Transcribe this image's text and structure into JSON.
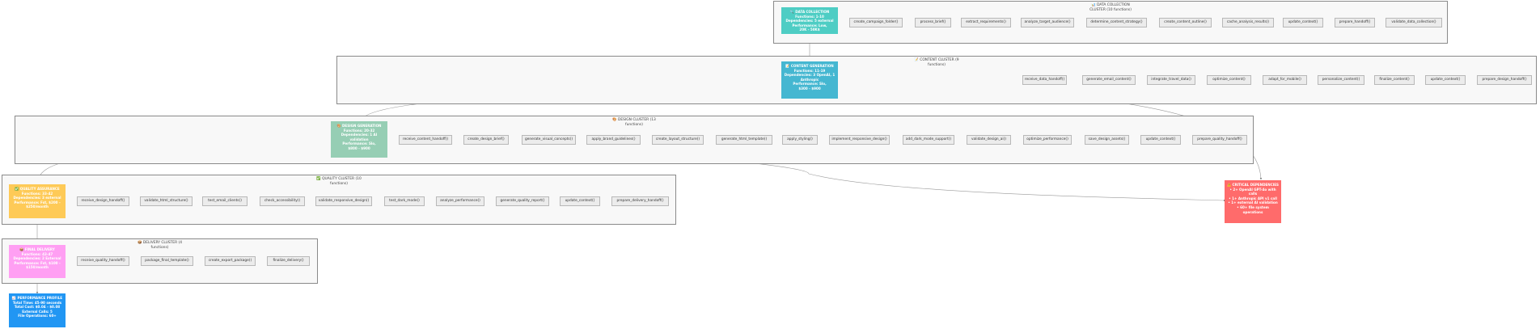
{
  "clusters": {
    "data": {
      "title": "📊 DATA COLLECTION\nCLUSTER (10 functions)"
    },
    "content": {
      "title": "📝 CONTENT CLUSTER (9\nfunctions)"
    },
    "design": {
      "title": "🎨 DESIGN CLUSTER (13\nfunctions)"
    },
    "quality": {
      "title": "✅ QUALITY CLUSTER (10\nfunctions)"
    },
    "delivery": {
      "title": "📦 DELIVERY CLUSTER (4\nfunctions)"
    }
  },
  "hubs": {
    "data": {
      "color": "#4ecdc4",
      "lines": [
        "🔍 DATA COLLECTION",
        "Functions: 1-10",
        "Dependencies: 5 external",
        "Performance: Low,",
        "20K - 50K$"
      ]
    },
    "content": {
      "color": "#45b7d1",
      "lines": [
        "📝 CONTENT GENERATION",
        "Functions: 11-19",
        "Dependencies: 3 OpenAI, 1",
        "Anthropic",
        "Performance: Slo,",
        "$300 - $900"
      ]
    },
    "design": {
      "color": "#96ceb4",
      "lines": [
        "🎨 DESIGN GENERATION",
        "Functions: 20-32",
        "Dependencies: 1 AI",
        "validation",
        "Performance: Slo,",
        "$800 - $900"
      ]
    },
    "quality": {
      "color": "#feca57",
      "lines": [
        "✅ QUALITY ASSURANCE",
        "Functions: 33-42",
        "Dependencies: 3 external",
        "Performance: Fst, $200 -",
        "$250/month"
      ]
    },
    "delivery": {
      "color": "#ff9ff3",
      "lines": [
        "📦 FINAL DELIVERY",
        "Functions: 43-47",
        "Dependencies: 2 External",
        "Performance: Fst, $100 -",
        "$150/month"
      ]
    },
    "critical": {
      "color": "#ff6b6b",
      "lines": [
        "⚠️ CRITICAL DEPENDENCIES",
        "• 2+ OpenAI GPT-4o with",
        "calls",
        "• 1+ Anthropic API v1 call",
        "• 1+ external AI validation",
        "• 60+ file system",
        "operations"
      ]
    },
    "performance": {
      "color": "#2196f3",
      "lines": [
        "📈 PERFORMANCE PROFILE",
        "Total Time: 45-90 seconds",
        "Total Cost: $0.04 - $0.08",
        "External Calls: 5",
        "File Operations: 60+"
      ]
    }
  },
  "functions": {
    "data": [
      "create_campaign_folder()",
      "process_brief()",
      "extract_requirements()",
      "analyze_target_audience()",
      "determine_content_strategy()",
      "create_content_outline()",
      "cache_analysis_results()",
      "update_context()",
      "prepare_handoff()",
      "validate_data_collection()"
    ],
    "content": [
      "receive_data_handoff()",
      "generate_email_content()",
      "integrate_travel_data()",
      "optimize_content()",
      "adapt_for_mobile()",
      "personalize_content()",
      "finalize_content()",
      "update_context()",
      "prepare_design_handoff()"
    ],
    "design": [
      "receive_content_handoff()",
      "create_design_brief()",
      "generate_visual_concepts()",
      "apply_brand_guidelines()",
      "create_layout_structure()",
      "generate_html_template()",
      "apply_styling()",
      "implement_responsive_design()",
      "add_dark_mode_support()",
      "validate_design_ai()",
      "optimize_performance()",
      "save_design_assets()",
      "update_context()",
      "prepare_quality_handoff()"
    ],
    "quality": [
      "receive_design_handoff()",
      "validate_html_structure()",
      "test_email_clients()",
      "check_accessibility()",
      "validate_responsive_design()",
      "test_dark_mode()",
      "analyze_performance()",
      "generate_quality_report()",
      "update_context()",
      "prepare_delivery_handoff()"
    ],
    "delivery": [
      "receive_quality_handoff()",
      "package_final_template()",
      "create_export_package()",
      "finalize_delivery()"
    ]
  }
}
